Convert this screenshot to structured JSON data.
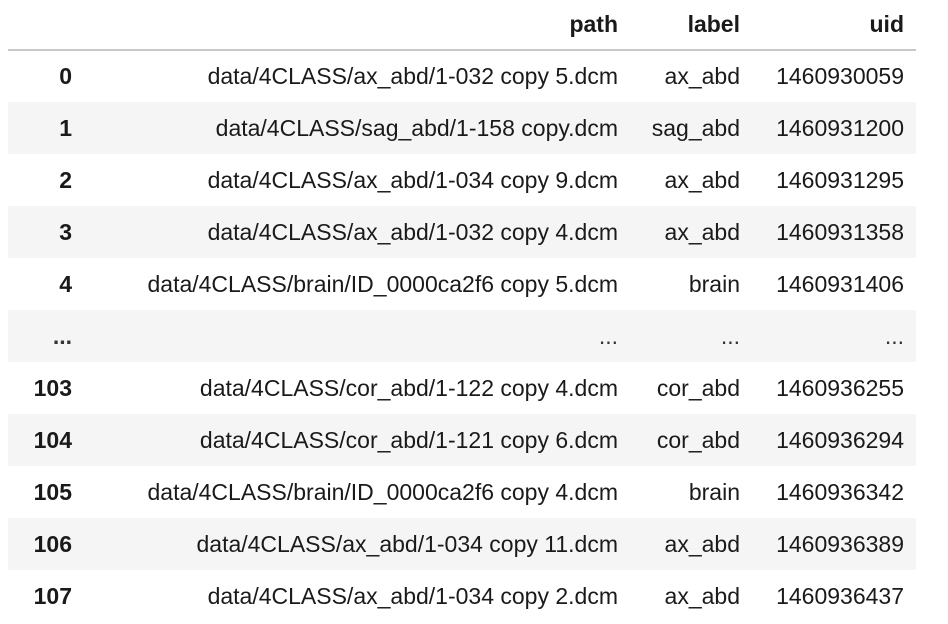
{
  "table": {
    "columns": {
      "index": "",
      "path": "path",
      "label": "label",
      "uid": "uid"
    },
    "rows": [
      {
        "index": "0",
        "path": "data/4CLASS/ax_abd/1-032 copy 5.dcm",
        "label": "ax_abd",
        "uid": "1460930059"
      },
      {
        "index": "1",
        "path": "data/4CLASS/sag_abd/1-158 copy.dcm",
        "label": "sag_abd",
        "uid": "1460931200"
      },
      {
        "index": "2",
        "path": "data/4CLASS/ax_abd/1-034 copy 9.dcm",
        "label": "ax_abd",
        "uid": "1460931295"
      },
      {
        "index": "3",
        "path": "data/4CLASS/ax_abd/1-032 copy 4.dcm",
        "label": "ax_abd",
        "uid": "1460931358"
      },
      {
        "index": "4",
        "path": "data/4CLASS/brain/ID_0000ca2f6 copy 5.dcm",
        "label": "brain",
        "uid": "1460931406"
      },
      {
        "index": "...",
        "path": "...",
        "label": "...",
        "uid": "..."
      },
      {
        "index": "103",
        "path": "data/4CLASS/cor_abd/1-122 copy 4.dcm",
        "label": "cor_abd",
        "uid": "1460936255"
      },
      {
        "index": "104",
        "path": "data/4CLASS/cor_abd/1-121 copy 6.dcm",
        "label": "cor_abd",
        "uid": "1460936294"
      },
      {
        "index": "105",
        "path": "data/4CLASS/brain/ID_0000ca2f6 copy 4.dcm",
        "label": "brain",
        "uid": "1460936342"
      },
      {
        "index": "106",
        "path": "data/4CLASS/ax_abd/1-034 copy 11.dcm",
        "label": "ax_abd",
        "uid": "1460936389"
      },
      {
        "index": "107",
        "path": "data/4CLASS/ax_abd/1-034 copy 2.dcm",
        "label": "ax_abd",
        "uid": "1460936437"
      }
    ]
  }
}
